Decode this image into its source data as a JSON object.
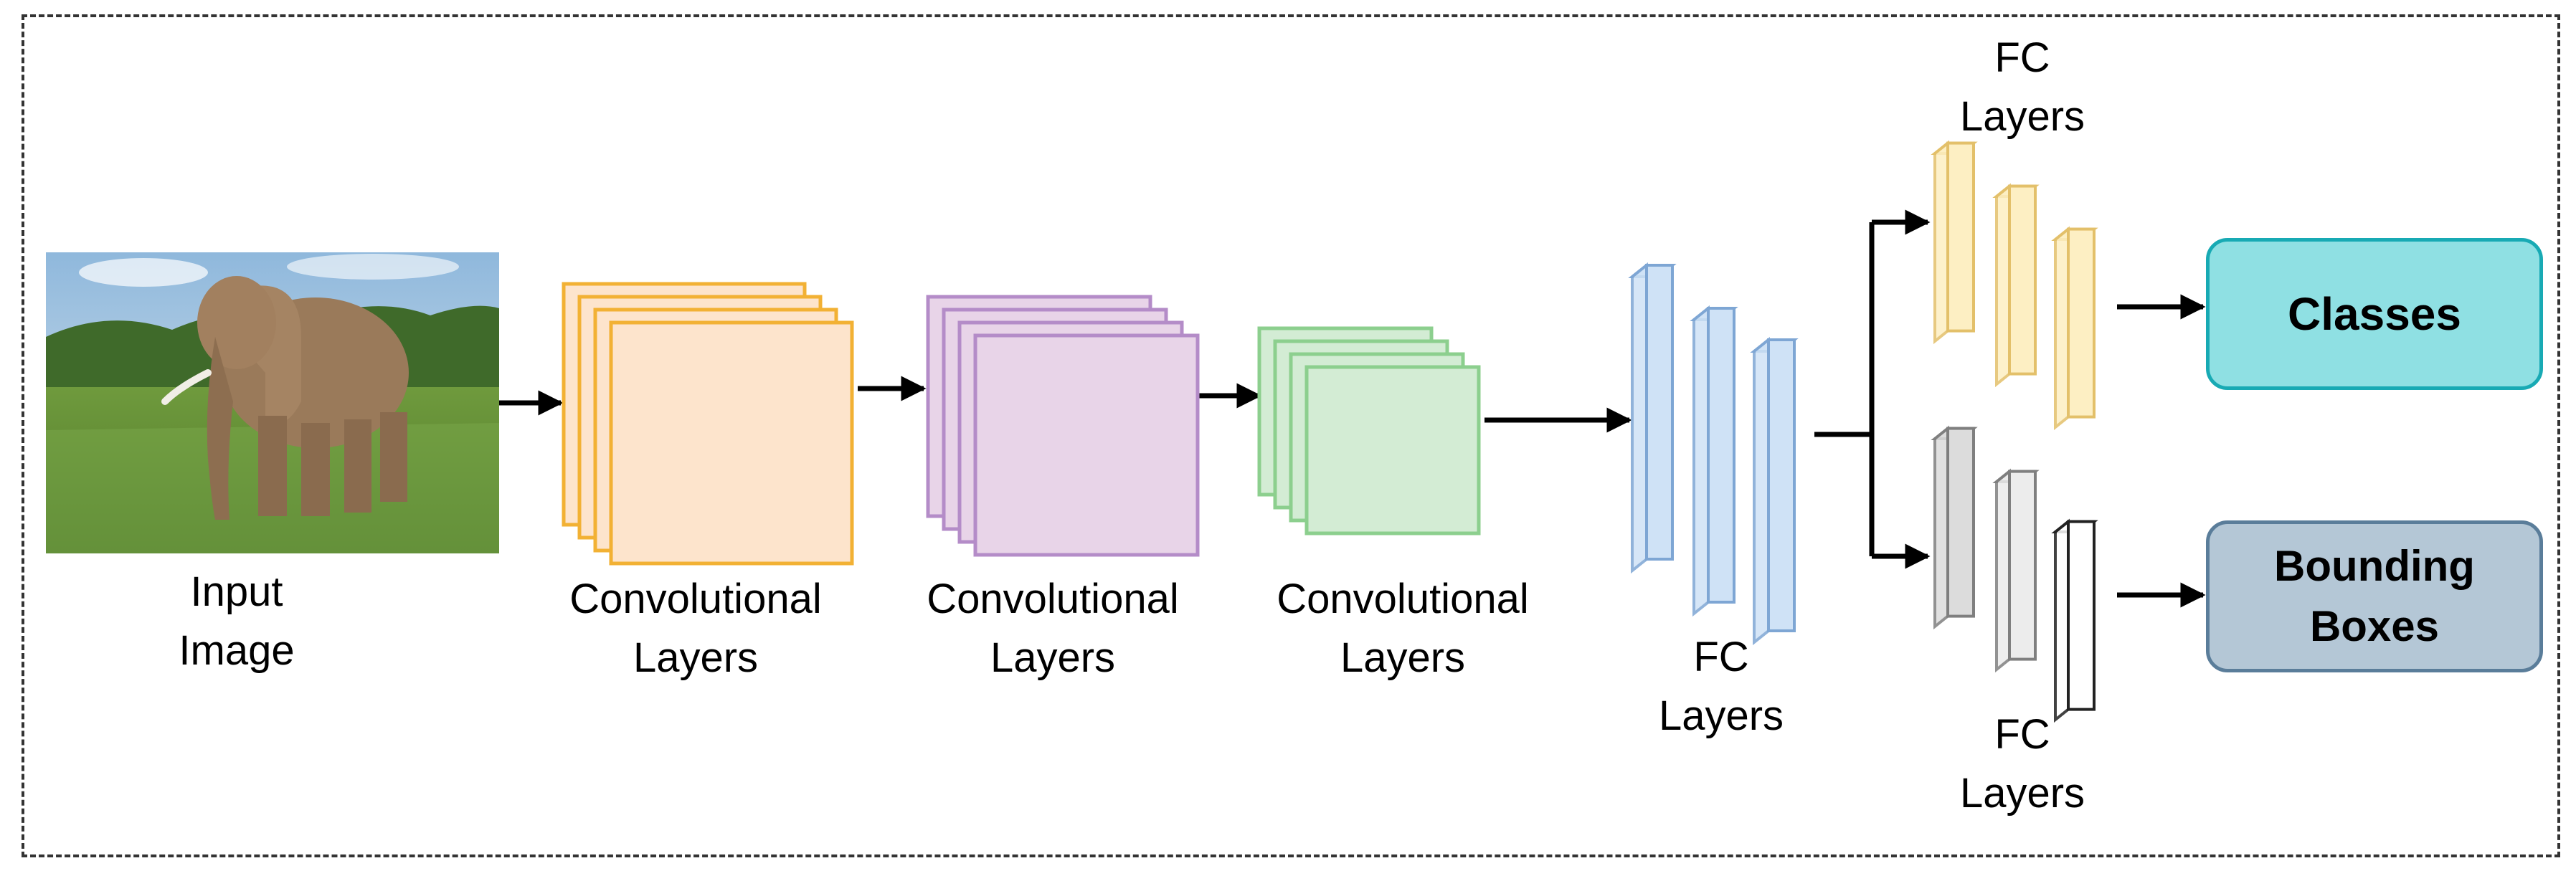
{
  "labels": {
    "input": [
      "Input",
      "Image"
    ],
    "conv1": [
      "Convolutional",
      "Layers"
    ],
    "conv2": [
      "Convolutional",
      "Layers"
    ],
    "conv3": [
      "Convolutional",
      "Layers"
    ],
    "fc_shared": [
      "FC",
      "Layers"
    ],
    "fc_top": [
      "FC",
      "Layers"
    ],
    "fc_bottom": [
      "FC",
      "Layers"
    ]
  },
  "outputs": {
    "classes": "Classes",
    "bounding_boxes": [
      "Bounding",
      "Boxes"
    ]
  },
  "colors": {
    "conv1_fill": "#fde4cc",
    "conv1_stroke": "#f2b134",
    "conv2_fill": "#e8d4e8",
    "conv2_stroke": "#b48cc8",
    "conv3_fill": "#d3ecd4",
    "conv3_stroke": "#8ccf8e",
    "fc_shared_fill": "#cfe2f6",
    "fc_shared_stroke": "#7ea6d4",
    "fc_top_fill": "#fdefc3",
    "fc_top_stroke": "#e3c06a",
    "fc_bottom_fill": "#eeeeee",
    "fc_bottom_stroke": "#7f7f7f",
    "classes_fill": "#8fe0e3",
    "classes_stroke": "#18aab4",
    "bbox_fill": "#b4c7d6",
    "bbox_stroke": "#5a7d9a"
  },
  "icons": {
    "input_photo": "elephant-photo-icon"
  }
}
